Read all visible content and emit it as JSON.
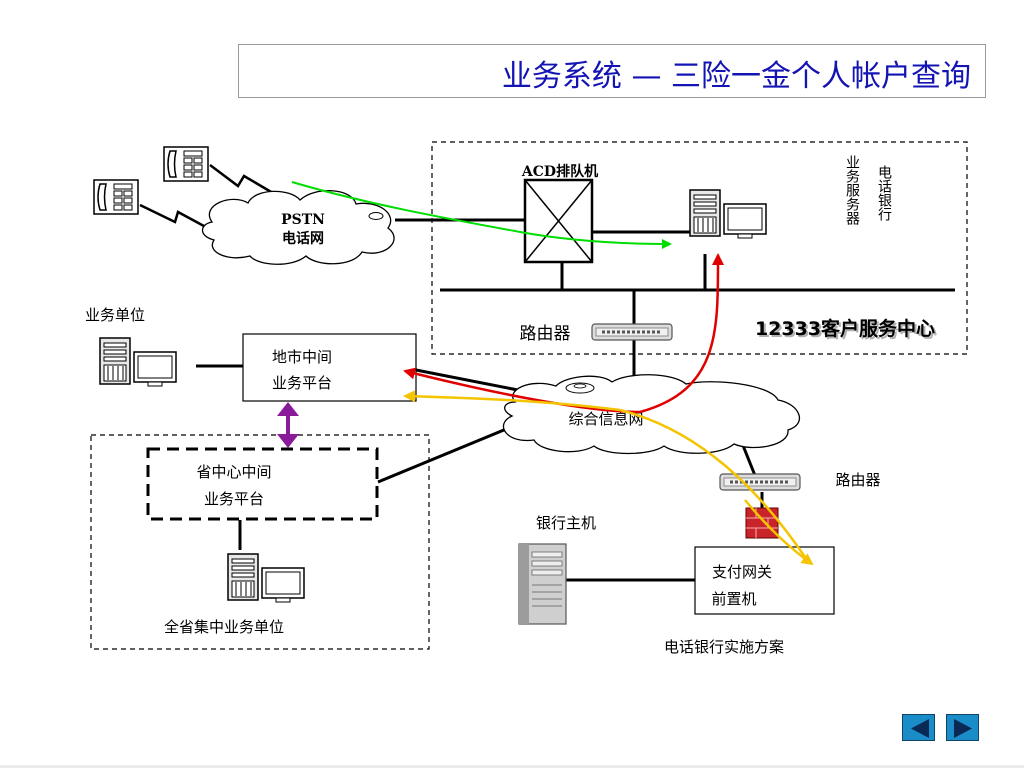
{
  "slide": {
    "title": "业务系统 — 三险一金个人帐户查询"
  },
  "colors": {
    "title": "#1414b4",
    "arrow_green": "#00dd00",
    "arrow_red": "#e00000",
    "arrow_yellow": "#f5c400",
    "arrow_purple": "#8a1a9a",
    "nav_button": "#1a8cc8"
  },
  "nodes": {
    "pstn": {
      "line1": "PSTN",
      "line2": "电话网"
    },
    "acd": {
      "label": "ACD排队机"
    },
    "phone_bank_server": {
      "line1": "电话银行",
      "line2": "业务服务器"
    },
    "router_top": {
      "label": "路由器"
    },
    "service_center": {
      "label": "12333客户服务中心"
    },
    "business_unit": {
      "label": "业务单位"
    },
    "city_platform": {
      "line1": "地市中间",
      "line2": "业务平台"
    },
    "integrated_network": {
      "label": "综合信息网"
    },
    "province_platform": {
      "line1": "省中心中间",
      "line2": "业务平台"
    },
    "province_unit": {
      "label": "全省集中业务单位"
    },
    "router_bottom": {
      "label": "路由器"
    },
    "bank_host": {
      "label": "银行主机"
    },
    "payment_gateway": {
      "line1": "支付网关",
      "line2": "前置机"
    },
    "scheme": {
      "label": "电话银行实施方案"
    }
  },
  "nav": {
    "prev_icon": "triangle-left-icon",
    "next_icon": "triangle-right-icon"
  }
}
